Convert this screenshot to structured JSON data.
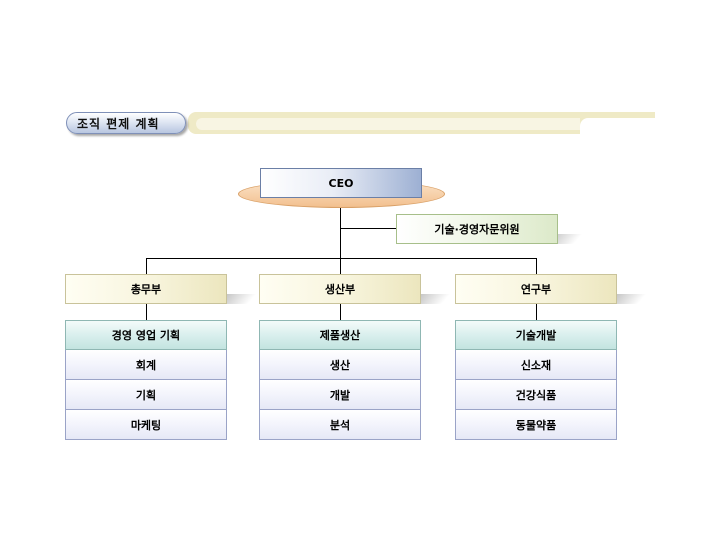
{
  "header": {
    "title": "조직 편제 계획"
  },
  "org": {
    "ceo": "CEO",
    "advisory": "기술·경영자문위원",
    "departments": [
      {
        "name": "총무부",
        "items": [
          "경영 영업 기획",
          "회계",
          "기획",
          "마케팅"
        ]
      },
      {
        "name": "생산부",
        "items": [
          "제품생산",
          "생산",
          "개발",
          "분석"
        ]
      },
      {
        "name": "연구부",
        "items": [
          "기술개발",
          "신소재",
          "건강식품",
          "동물약품"
        ]
      }
    ]
  },
  "colors": {
    "ceo_accent": "#9db0d3",
    "dept_fill": "#ece6be",
    "item_first": "#c3e4e0",
    "item_fill": "#e6e8f6"
  }
}
